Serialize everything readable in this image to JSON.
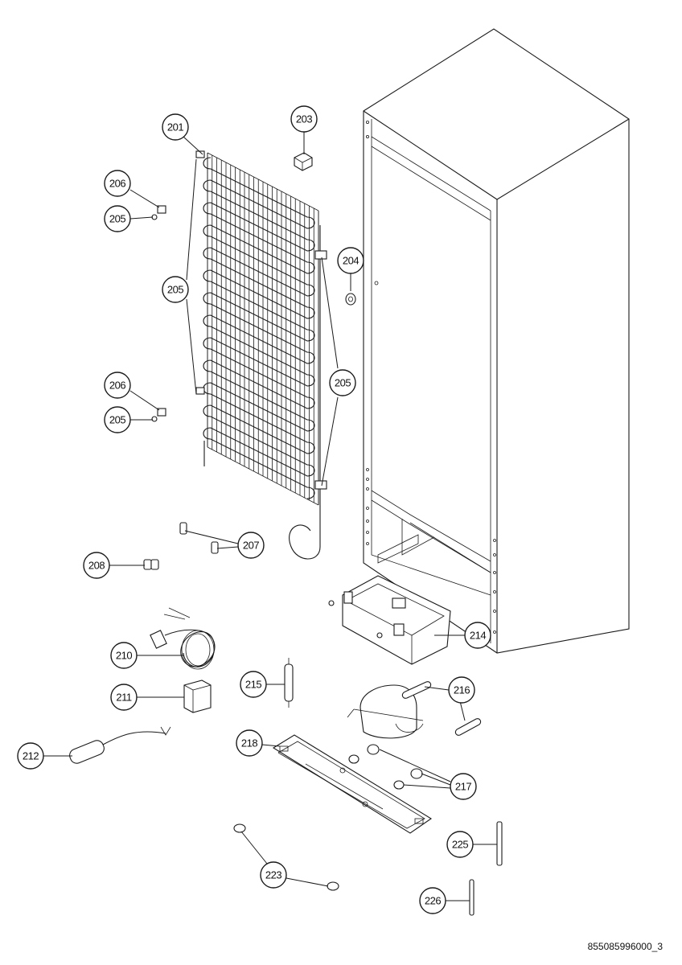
{
  "labels": {
    "l201": "201",
    "l203": "203",
    "l204": "204",
    "l205": "205",
    "l206": "206",
    "l207": "207",
    "l208": "208",
    "l210": "210",
    "l211": "211",
    "l212": "212",
    "l214": "214",
    "l215": "215",
    "l216": "216",
    "l217": "217",
    "l218": "218",
    "l223": "223",
    "l225": "225",
    "l226": "226"
  },
  "drawing_code": "855085996000_3"
}
